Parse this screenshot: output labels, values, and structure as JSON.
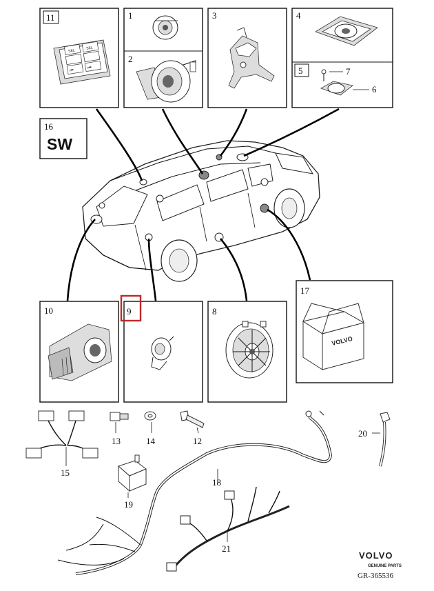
{
  "boxes": {
    "b11": "11",
    "b1": "1",
    "b2": "2",
    "b3": "3",
    "b4": "4",
    "b5": "5",
    "b16": "16",
    "b10": "10",
    "b9": "9",
    "b8": "8",
    "b17": "17"
  },
  "labels": {
    "sw": "SW",
    "l7": "7",
    "l6": "6",
    "l13": "13",
    "l14": "14",
    "l12": "12",
    "l15": "15",
    "l19": "19",
    "l18": "18",
    "l20": "20",
    "l21": "21"
  },
  "switch_panel": {
    "sel": "SEL",
    "prev": "⏮"
  },
  "box17_text": "VOLVO",
  "footer": {
    "brand": "VOLVO",
    "tagline": "GENUINE PARTS",
    "ref": "GR-365536"
  },
  "highlight_color": "#c0272d"
}
